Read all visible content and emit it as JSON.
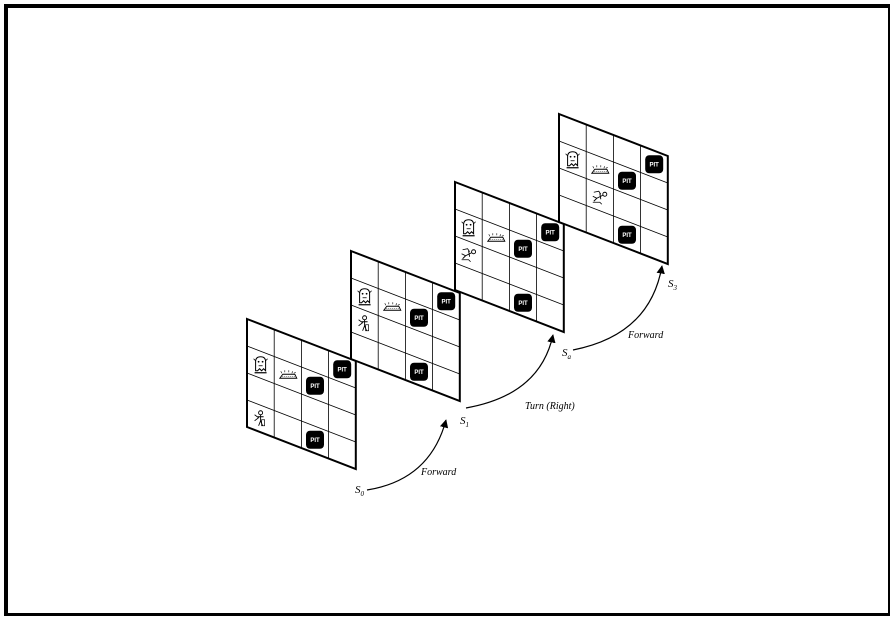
{
  "diagram": {
    "states": [
      {
        "label": "S",
        "sub": "0"
      },
      {
        "label": "S",
        "sub": "1"
      },
      {
        "label": "S",
        "sub": "a"
      },
      {
        "label": "S",
        "sub": "3"
      }
    ],
    "actions": [
      "Forward",
      "Turn (Right)",
      "Forward"
    ],
    "pit_label": "PIT",
    "icons": [
      "wumpus-icon",
      "gold-icon",
      "agent-icon",
      "pit-icon"
    ]
  }
}
